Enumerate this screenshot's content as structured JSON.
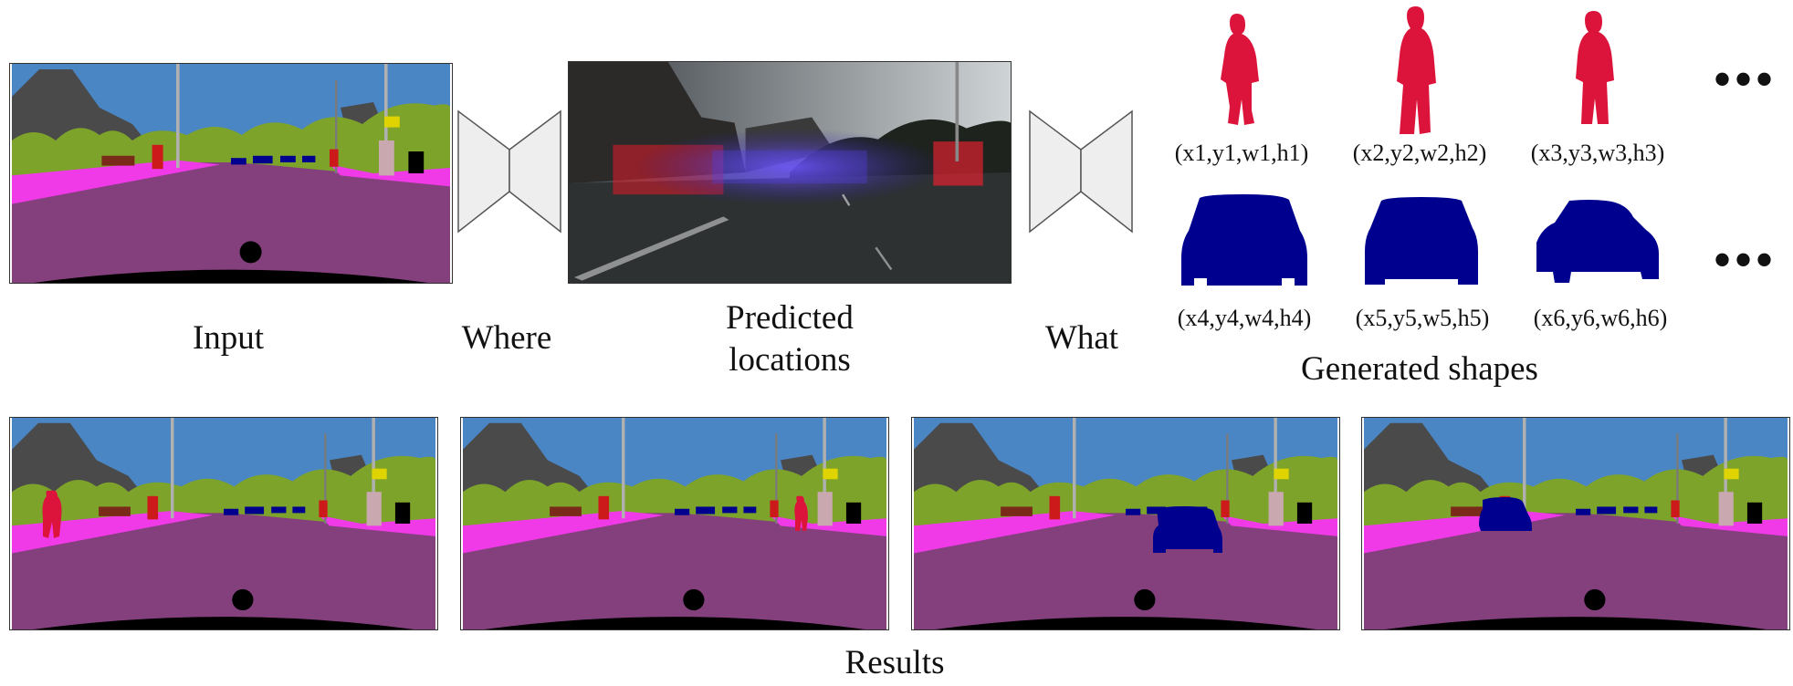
{
  "labels": {
    "input": "Input",
    "where": "Where",
    "predicted": "Predicted\nlocations",
    "what": "What",
    "generated": "Generated shapes",
    "results": "Results"
  },
  "coords": [
    "(x1,y1,w1,h1)",
    "(x2,y2,w2,h2)",
    "(x3,y3,w3,h3)",
    "(x4,y4,w4,h4)",
    "(x5,y5,w5,h5)",
    "(x6,y6,w6,h6)"
  ],
  "ellipsis": "•••",
  "colors": {
    "sky": "#4a86c4",
    "building": "#4a4a4a",
    "vegetation": "#7da32b",
    "sidewalk": "#f03ae8",
    "road": "#843f7d",
    "person": "#dc143c",
    "car": "#00008e",
    "pole": "#b0b0b0",
    "sign": "#e0d400",
    "egocar": "#000000"
  }
}
